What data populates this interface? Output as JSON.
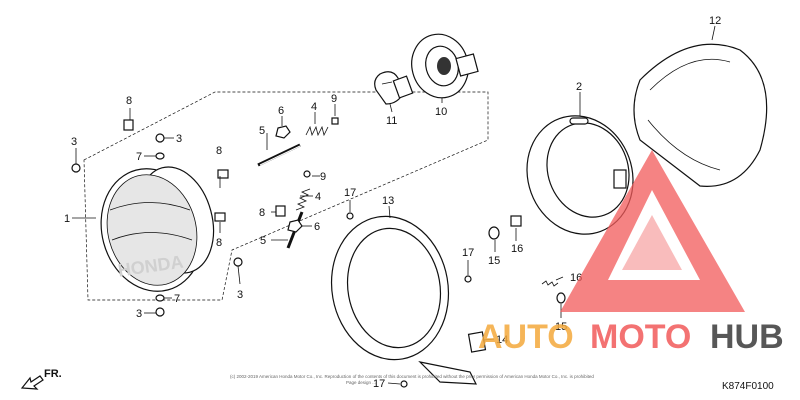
{
  "diagram": {
    "callouts": [
      "1",
      "2",
      "3",
      "4",
      "5",
      "6",
      "7",
      "8",
      "9",
      "10",
      "11",
      "12",
      "13",
      "14",
      "15",
      "16",
      "17"
    ],
    "direction_label": "FR.",
    "drawing_code": "K874F0100",
    "copyright_text": "(c) 2002-2019 American Honda Motor Co., Inc. Reproduction of the contents of this document is prohibited without the prior permission of American Honda Motor Co., Inc. is prohibited",
    "copyright_text_2": "Page design ...",
    "lens_brand": "HONDA"
  },
  "watermark": {
    "text_part_1": "AUTO",
    "text_part_2": "MOTO",
    "text_part_3": "HUB",
    "colors": {
      "accent": "#f25a5a",
      "accent_light": "#f7a6a6",
      "orange": "#f4a93b",
      "dark": "#3a3a3a"
    }
  }
}
